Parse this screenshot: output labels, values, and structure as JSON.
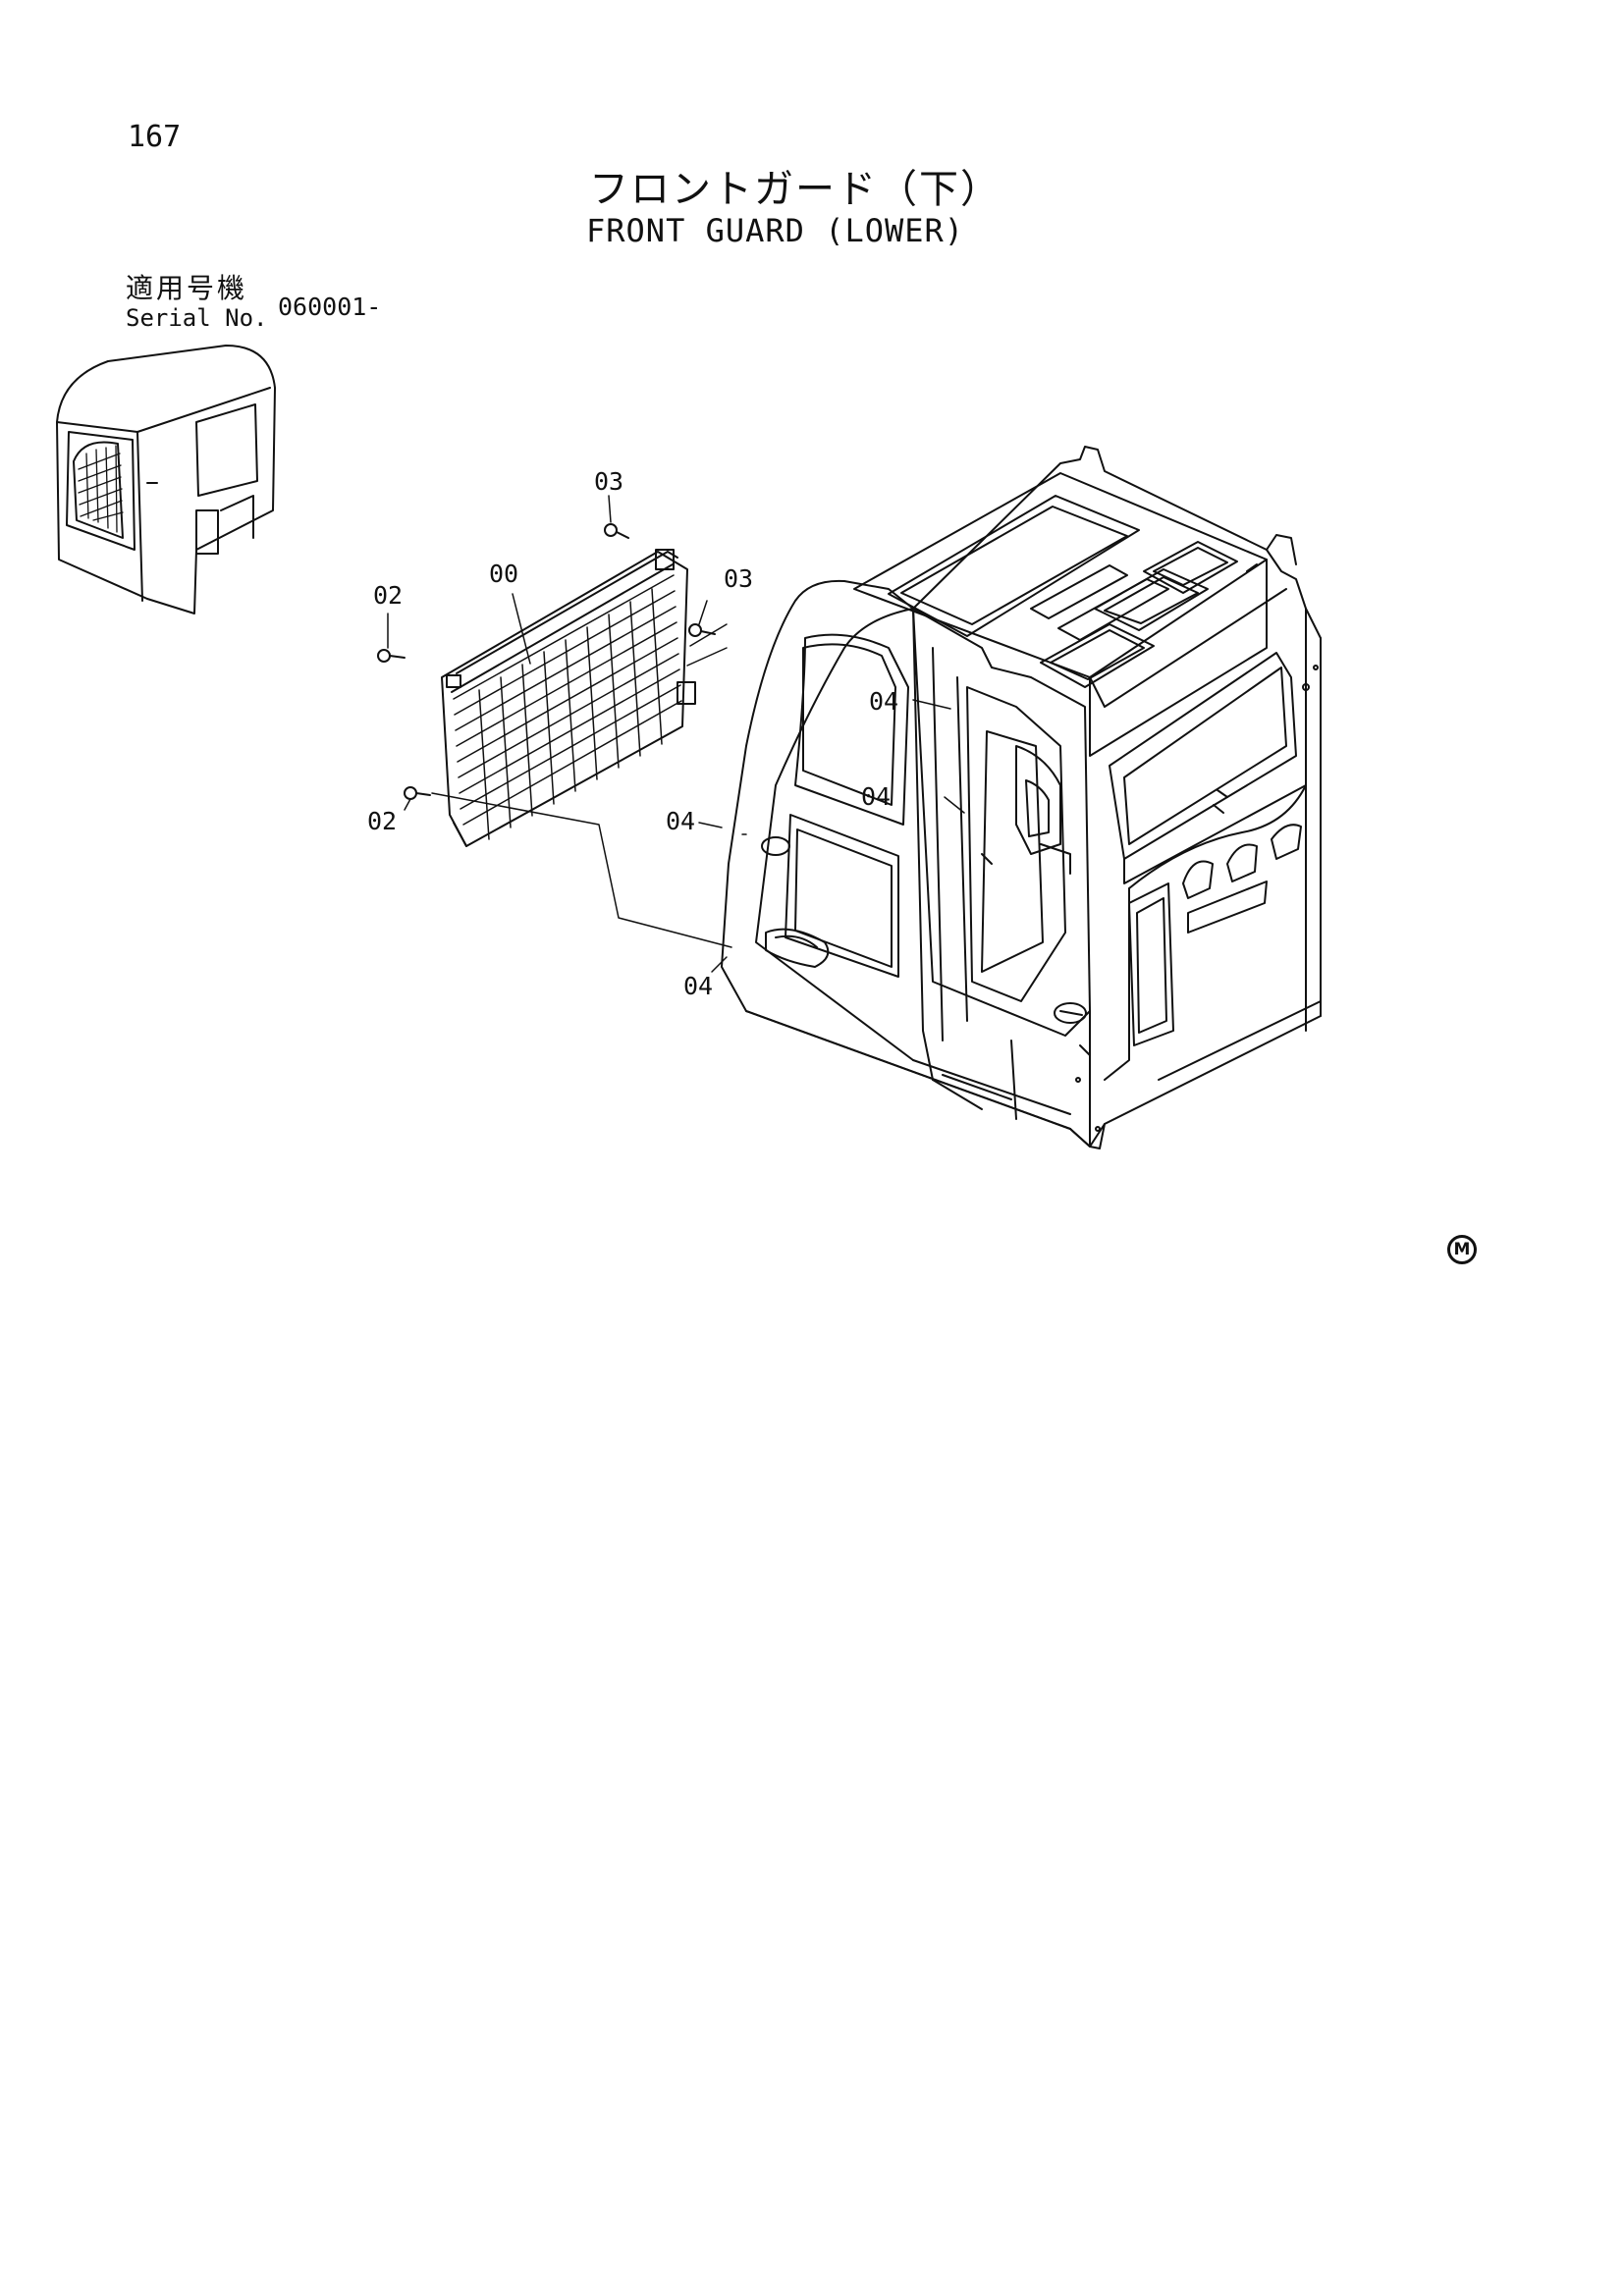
{
  "page": {
    "number": "167"
  },
  "title": {
    "japanese": "フロントガード（下）",
    "english": "FRONT GUARD (LOWER)"
  },
  "serial": {
    "label_jp": "適用号機",
    "label_en": "Serial No.",
    "value": "060001-"
  },
  "callouts": {
    "c00": "00",
    "c02a": "02",
    "c02b": "02",
    "c03a": "03",
    "c03b": "03",
    "c04a": "04",
    "c04b": "04",
    "c04c": "04",
    "c04d": "04"
  },
  "mark": {
    "text": "M"
  }
}
